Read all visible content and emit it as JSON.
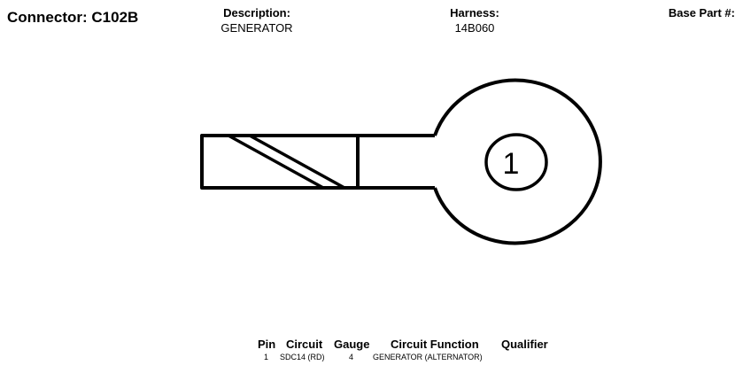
{
  "header": {
    "connector_label": "Connector: C102B",
    "description_label": "Description:",
    "description_value": "GENERATOR",
    "harness_label": "Harness:",
    "harness_value": "14B060",
    "base_part_label": "Base Part #:"
  },
  "diagram": {
    "pin_number": "1"
  },
  "pin_table": {
    "headers": {
      "pin": "Pin",
      "circuit": "Circuit",
      "gauge": "Gauge",
      "function": "Circuit Function",
      "qualifier": "Qualifier"
    },
    "rows": [
      {
        "pin": "1",
        "circuit": "SDC14 (RD)",
        "gauge": "4",
        "function": "GENERATOR (ALTERNATOR)",
        "qualifier": ""
      }
    ]
  }
}
